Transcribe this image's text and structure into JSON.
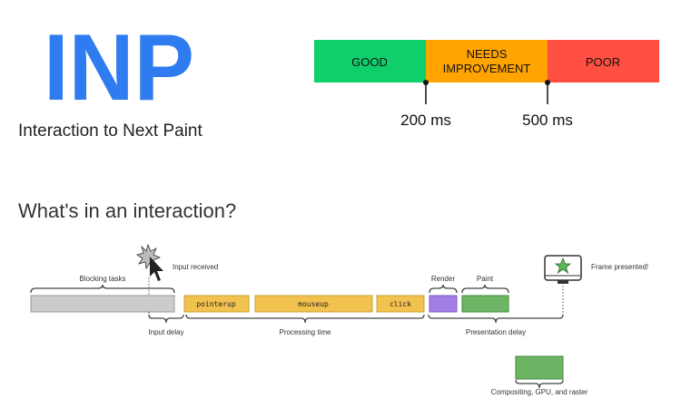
{
  "header": {
    "acronym": "INP",
    "subtitle": "Interaction to Next Paint"
  },
  "scale": {
    "segments": [
      {
        "label": "GOOD",
        "color": "#0fcf6a"
      },
      {
        "label_line1": "NEEDS",
        "label_line2": "IMPROVEMENT",
        "color": "#ffa400"
      },
      {
        "label": "POOR",
        "color": "#ff4e42"
      }
    ],
    "thresholds": [
      "200 ms",
      "500 ms"
    ]
  },
  "section_title": "What's in an interaction?",
  "timeline": {
    "input_received": "Input received",
    "frame_presented": "Frame presented!",
    "blocking_tasks": "Blocking tasks",
    "events": [
      "pointerup",
      "mouseup",
      "click"
    ],
    "render": "Render",
    "paint": "Paint",
    "phases": [
      "Input delay",
      "Processing time",
      "Presentation delay"
    ],
    "compositing": "Compositing, GPU, and raster"
  },
  "colors": {
    "blue": "#2f7cf0",
    "gray": "#cccccc",
    "yellow": "#f2c24f",
    "purple": "#a27ee6",
    "green": "#6db564"
  }
}
